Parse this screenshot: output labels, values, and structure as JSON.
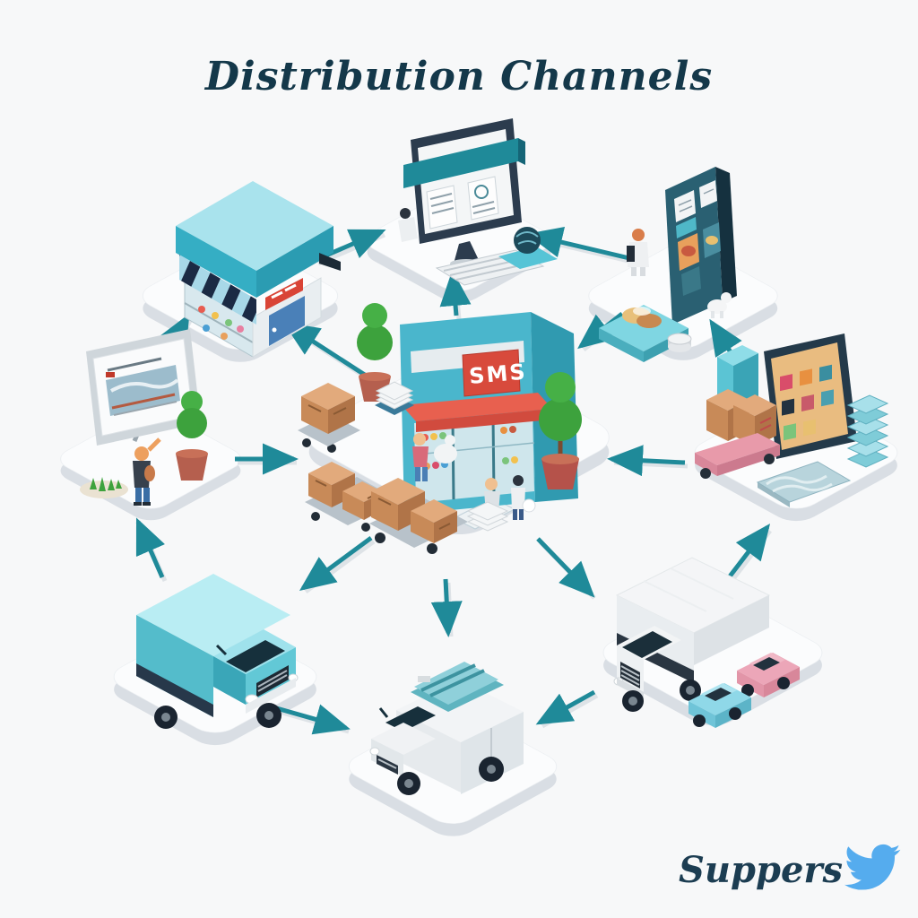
{
  "title": "Distribution Channels",
  "watermark": {
    "text": "Suppers",
    "bird_color": "#55acee"
  },
  "center_store": {
    "sign_text": "SMS"
  },
  "palette": {
    "arrow_teal": "#1f8a99",
    "cyan_roof": "#5bc8d8",
    "dark_navy": "#16384a",
    "platform_white": "#fbfcfd",
    "box_tan": "#c8895a",
    "accent_red": "#d94436",
    "pink": "#e898a8",
    "plant_green": "#3da23d"
  },
  "nodes": [
    {
      "id": "retail-kiosk",
      "icon": "storefront-awning-icon",
      "position": "top-left"
    },
    {
      "id": "online-store",
      "icon": "desktop-computer-icon",
      "position": "top-center"
    },
    {
      "id": "vending-kiosk",
      "icon": "product-display-kiosk-icon",
      "position": "top-right"
    },
    {
      "id": "advertising-sign",
      "icon": "billboard-icon",
      "position": "mid-left"
    },
    {
      "id": "flagship-store",
      "icon": "storefront-with-boxes-icon",
      "position": "center"
    },
    {
      "id": "wholesale-display",
      "icon": "product-screen-cart-icon",
      "position": "mid-right"
    },
    {
      "id": "delivery-truck",
      "icon": "cyan-box-truck-icon",
      "position": "bottom-left"
    },
    {
      "id": "delivery-van",
      "icon": "white-van-icon",
      "position": "bottom-center"
    },
    {
      "id": "freight-truck",
      "icon": "truck-with-cars-icon",
      "position": "bottom-right"
    }
  ],
  "connections": [
    {
      "from": "retail-kiosk",
      "to": "online-store"
    },
    {
      "from": "vending-kiosk",
      "to": "online-store"
    },
    {
      "from": "flagship-store",
      "to": "online-store"
    },
    {
      "from": "flagship-store",
      "to": "retail-kiosk"
    },
    {
      "from": "advertising-sign",
      "to": "retail-kiosk"
    },
    {
      "from": "vending-kiosk",
      "to": "flagship-store"
    },
    {
      "from": "wholesale-display",
      "to": "vending-kiosk"
    },
    {
      "from": "advertising-sign",
      "to": "flagship-store"
    },
    {
      "from": "wholesale-display",
      "to": "flagship-store"
    },
    {
      "from": "flagship-store",
      "to": "delivery-truck"
    },
    {
      "from": "flagship-store",
      "to": "delivery-van"
    },
    {
      "from": "flagship-store",
      "to": "freight-truck"
    },
    {
      "from": "delivery-truck",
      "to": "advertising-sign"
    },
    {
      "from": "delivery-truck",
      "to": "delivery-van"
    },
    {
      "from": "freight-truck",
      "to": "delivery-van"
    },
    {
      "from": "freight-truck",
      "to": "wholesale-display"
    }
  ]
}
